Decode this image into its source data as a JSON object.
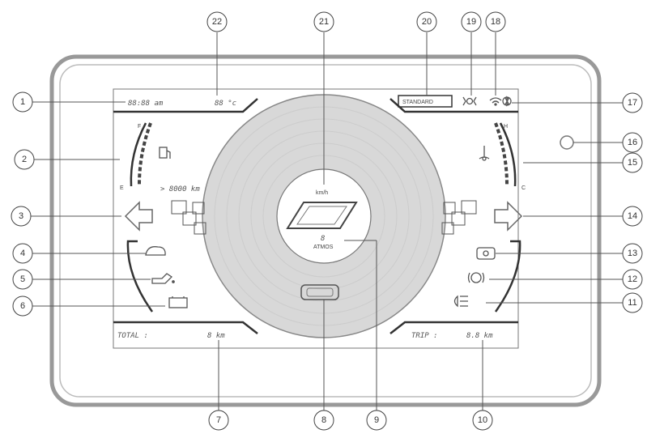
{
  "display": {
    "clock": "88:88 am",
    "temperature": "88 °c",
    "mode_badge": "STANDARD",
    "fuel_full_mark": "F",
    "fuel_empty_mark": "E",
    "range_text": "> 8000 km",
    "coolant_hot_mark": "H",
    "coolant_cold_mark": "C",
    "speed_unit": "km/h",
    "gear_value": "8",
    "gear_label": "ATMOS",
    "total_label": "TOTAL :",
    "total_value": "8 km",
    "trip_label": "TRIP :",
    "trip_value": "8.8 km"
  },
  "callouts": [
    "1",
    "2",
    "3",
    "4",
    "5",
    "6",
    "7",
    "8",
    "9",
    "10",
    "11",
    "12",
    "13",
    "14",
    "15",
    "16",
    "17",
    "18",
    "19",
    "20",
    "21",
    "22"
  ],
  "icons": {
    "left_column": [
      "fuel-pump-icon",
      "left-turn-arrow-icon",
      "engine-check-icon",
      "oil-can-icon",
      "battery-icon"
    ],
    "right_column": [
      "coolant-temp-icon",
      "right-turn-arrow-icon",
      "cruise-icon",
      "brake-icon",
      "headlight-icon"
    ],
    "top_right": [
      "parking-light-icon",
      "wifi-icon",
      "bluetooth-icon"
    ],
    "center": [
      "eco-meter-icon"
    ]
  }
}
